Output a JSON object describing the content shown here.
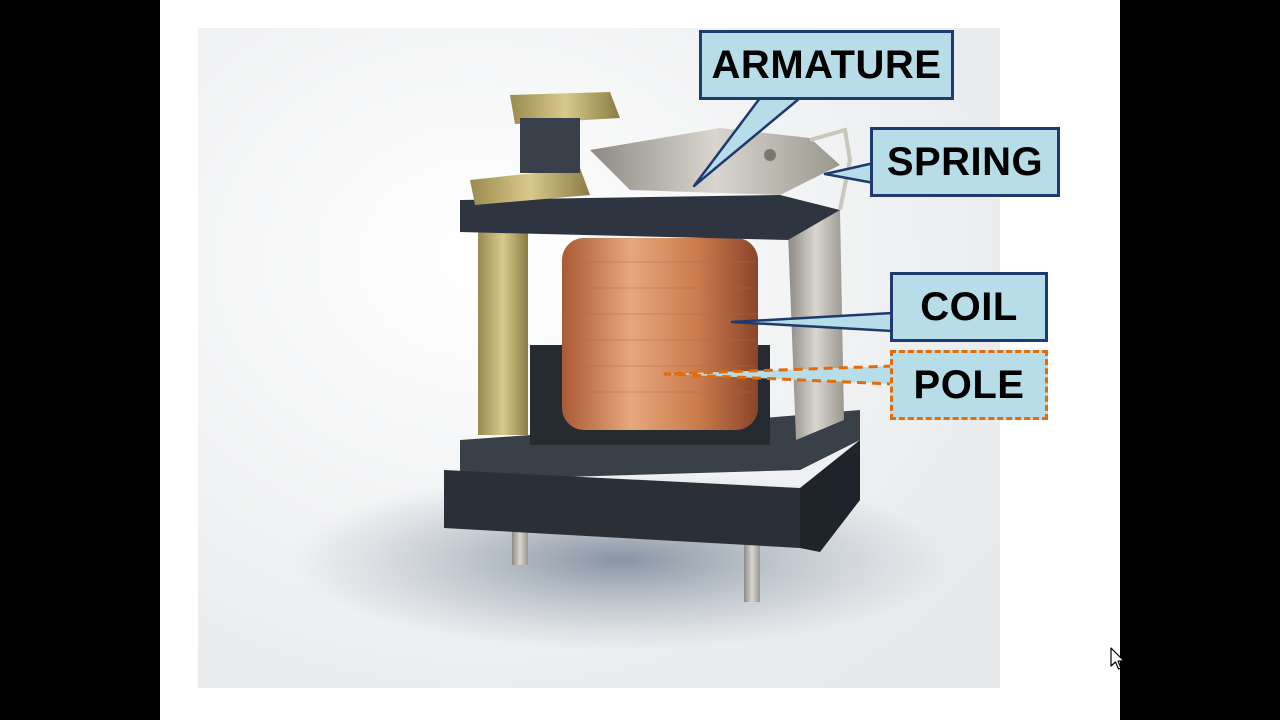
{
  "labels": {
    "armature": "ARMATURE",
    "spring": "SPRING",
    "coil": "COIL",
    "pole": "POLE"
  },
  "colors": {
    "callout_fill": "#b7dde8",
    "callout_border": "#1f3a6e",
    "pole_border": "#e36c09",
    "copper": "#c8794e",
    "relay_base": "#2b3038"
  },
  "icons": {
    "cursor": "arrow-cursor-icon"
  }
}
